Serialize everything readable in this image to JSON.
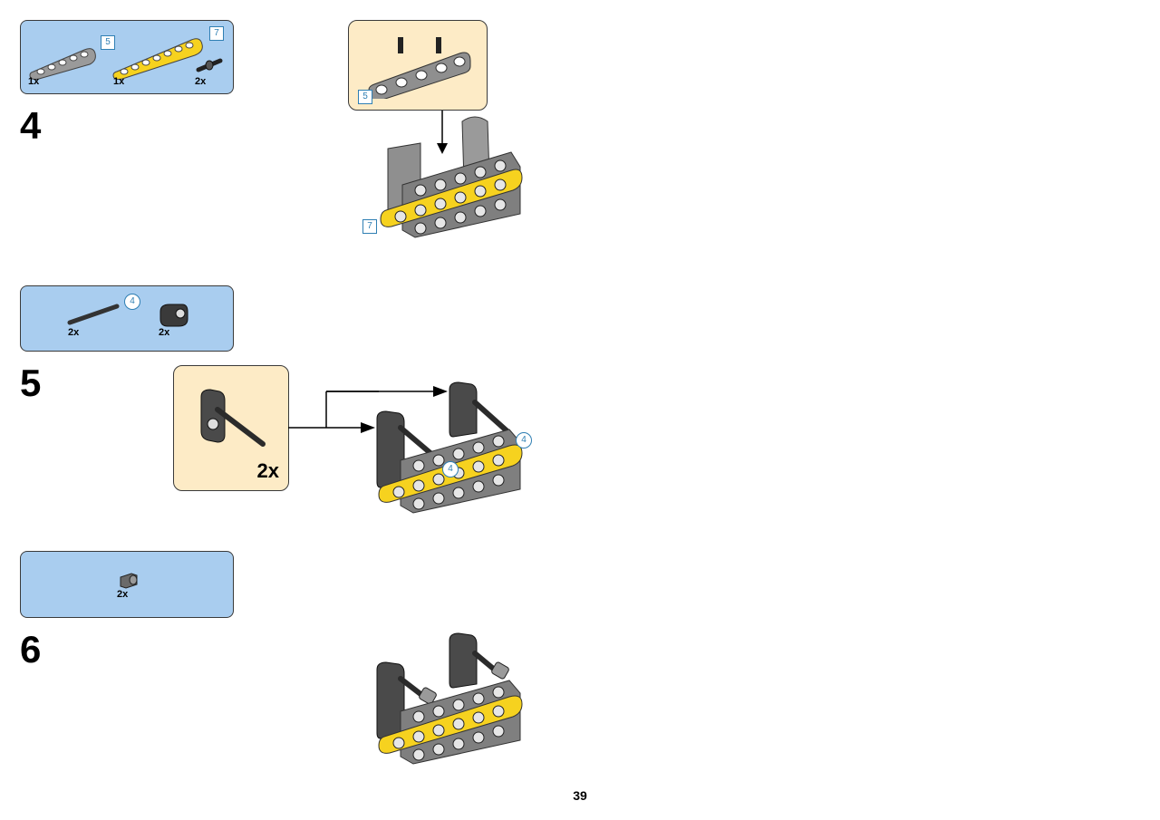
{
  "page": {
    "number": "39"
  },
  "steps": [
    {
      "number": "4",
      "parts": [
        {
          "name": "gray beam",
          "length": "5",
          "qty": "1x"
        },
        {
          "name": "yellow beam",
          "length": "7",
          "qty": "1x"
        },
        {
          "name": "axle pin",
          "qty": "2x"
        }
      ],
      "callout": {
        "length": "5"
      },
      "model": {
        "length": "7"
      }
    },
    {
      "number": "5",
      "parts": [
        {
          "name": "axle",
          "length": "4",
          "qty": "2x"
        },
        {
          "name": "angle connector",
          "qty": "2x"
        }
      ],
      "callout": {
        "qty": "2x"
      },
      "model": {
        "axle_label_1": "4",
        "axle_label_2": "4"
      }
    },
    {
      "number": "6",
      "parts": [
        {
          "name": "bush",
          "qty": "2x"
        }
      ]
    }
  ],
  "colors": {
    "parts_box": "#a9cdef",
    "callout": "#fdebc6",
    "yellow": "#f6d21f",
    "gray": "#8c8c8c",
    "label_blue": "#2f7fb3"
  }
}
